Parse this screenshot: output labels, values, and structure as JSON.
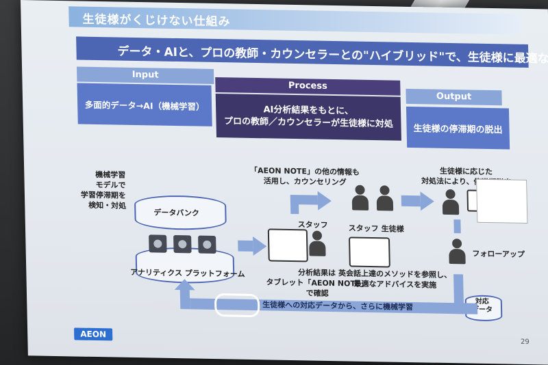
{
  "slide": {
    "title": "生徒様がくじけない仕組み",
    "subtitle": "データ・AIと、プロの教師・カウンセラーとの\"ハイブリッド\"で、生徒様に最適な対処",
    "phases": {
      "input": {
        "label": "Input",
        "text": "多面的データ→AI（機械学習）"
      },
      "process": {
        "label": "Process",
        "text_line1": "AI分析結果をもとに、",
        "text_line2": "プロの教師／カウンセラーが生徒様に対処"
      },
      "output": {
        "label": "Output",
        "text": "生徒様の停滞期の脱出"
      }
    },
    "left_text": [
      "機械学習",
      "モデルで",
      "学習停滞期を",
      "検知・対処"
    ],
    "databank_label": "データバンク",
    "analytics_label": "アナリティクス プラットフォーム",
    "note_top": [
      "「AEON NOTE」の他の情報も",
      "活用し、カウンセリング"
    ],
    "staff_label": "スタッフ",
    "staff_student_labels": {
      "staff": "スタッフ",
      "student": "生徒様"
    },
    "tablet_caption": [
      "分析結果は",
      "タブレット「AEON NOTE」",
      "で確認"
    ],
    "method_caption": [
      "英会話上達のメソッドを参照し、",
      "最適なアドバイスを実施"
    ],
    "right_caption": [
      "生徒様に応じた",
      "対処法により、停滞期脱出"
    ],
    "followup_label": "フォローアップ",
    "response_data_label": [
      "対応",
      "データ"
    ],
    "loop_text": "生徒様への対応データから、さらに機械学習",
    "logo": "AEON",
    "page_number": "29"
  },
  "colors": {
    "band": "#4c66b4",
    "process": "#3d3669",
    "light_arrow": "#8aa6d8",
    "title_grad": "#8bb2e0"
  }
}
